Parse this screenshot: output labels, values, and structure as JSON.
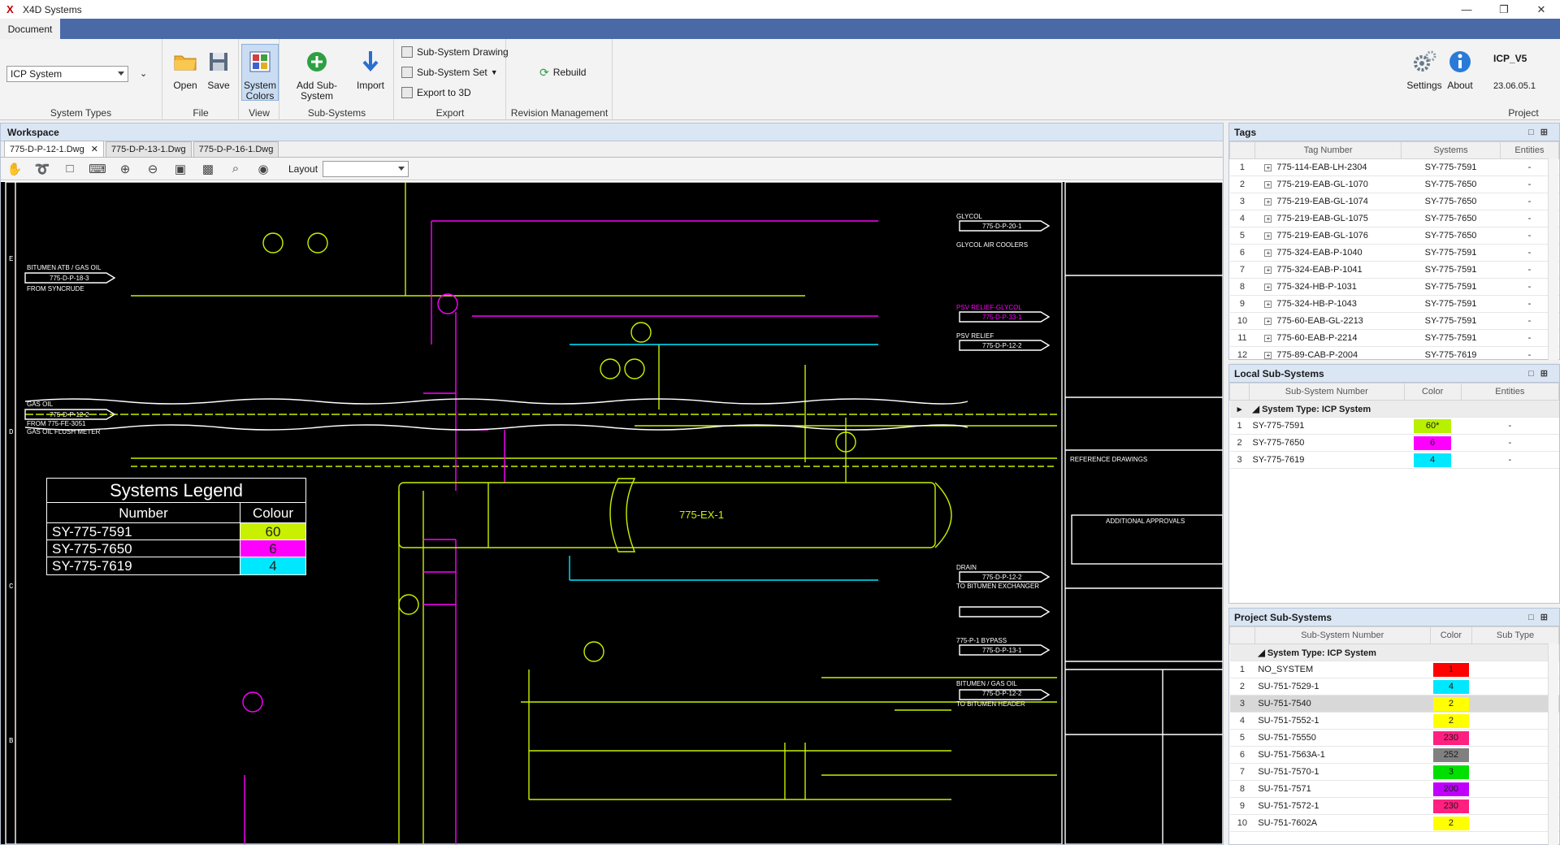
{
  "window": {
    "title": "X4D Systems"
  },
  "ribbon": {
    "tab": "Document",
    "system_type_value": "ICP System",
    "groups": {
      "system_types": "System Types",
      "file": "File",
      "view": "View",
      "subsystems": "Sub-Systems",
      "export": "Export",
      "revision": "Revision Management",
      "project": "Project"
    },
    "buttons": {
      "open": "Open",
      "save": "Save",
      "system_colors": "System Colors",
      "add_subsystem": "Add Sub-System",
      "import": "Import",
      "subsystem_drawing": "Sub-System Drawing",
      "subsystem_set": "Sub-System Set",
      "export_3d": "Export to 3D",
      "rebuild": "Rebuild",
      "settings": "Settings",
      "about": "About"
    },
    "project_name": "ICP_V5",
    "project_version": "23.06.05.1"
  },
  "workspace": {
    "title": "Workspace",
    "tabs": [
      "775-D-P-12-1.Dwg",
      "775-D-P-13-1.Dwg",
      "775-D-P-16-1.Dwg"
    ],
    "layout_label": "Layout",
    "legend": {
      "title": "Systems Legend",
      "col_number": "Number",
      "col_colour": "Colour",
      "rows": [
        {
          "number": "SY-775-7591",
          "colour": "60",
          "color": "#c8f000"
        },
        {
          "number": "SY-775-7650",
          "colour": "6",
          "color": "#ff00ff"
        },
        {
          "number": "SY-775-7619",
          "colour": "4",
          "color": "#00e8ff"
        }
      ]
    },
    "drawing_labels": {
      "bitumen_atb": "BITUMEN ATB / GAS OIL",
      "e2_line": "775-D-P-18-3",
      "from_syncrude": "FROM SYNCRUDE",
      "gas_oil": "GAS OIL",
      "e2_line2": "775-D-P-12-2",
      "from_fe": "FROM 775-FE-3051",
      "flush": "GAS OIL FLUSH METER",
      "exchanger": "775-EX-1",
      "glycol": "GLYCOL",
      "c8_line": "775-D-P-20-1",
      "glycol_coolers": "GLYCOL AIR COOLERS",
      "psv_glycol": "PSV RELIEF-GLYCOL",
      "d8_line": "775-D-P-33-1",
      "psv_relief": "PSV RELIEF",
      "d2_line": "775-D-P-12-2",
      "drain": "DRAIN",
      "b8_line": "775-D-P-12-2",
      "to_bitumen": "TO BITUMEN EXCHANGER",
      "bypass": "775-P-1 BYPASS",
      "f8_line": "775-D-P-13-1",
      "gas_oil2": "BITUMEN / GAS OIL",
      "a8_line": "775-D-P-12-2",
      "to_header": "TO BITUMEN HEADER",
      "ref_drawings": "REFERENCE DRAWINGS",
      "approvals": "ADDITIONAL APPROVALS"
    }
  },
  "tags": {
    "title": "Tags",
    "columns": [
      "Tag Number",
      "Systems",
      "Entities"
    ],
    "rows": [
      {
        "n": "1",
        "tag": "775-114-EAB-LH-2304",
        "sys": "SY-775-7591",
        "ent": "-"
      },
      {
        "n": "2",
        "tag": "775-219-EAB-GL-1070",
        "sys": "SY-775-7650",
        "ent": "-"
      },
      {
        "n": "3",
        "tag": "775-219-EAB-GL-1074",
        "sys": "SY-775-7650",
        "ent": "-"
      },
      {
        "n": "4",
        "tag": "775-219-EAB-GL-1075",
        "sys": "SY-775-7650",
        "ent": "-"
      },
      {
        "n": "5",
        "tag": "775-219-EAB-GL-1076",
        "sys": "SY-775-7650",
        "ent": "-"
      },
      {
        "n": "6",
        "tag": "775-324-EAB-P-1040",
        "sys": "SY-775-7591",
        "ent": "-"
      },
      {
        "n": "7",
        "tag": "775-324-EAB-P-1041",
        "sys": "SY-775-7591",
        "ent": "-"
      },
      {
        "n": "8",
        "tag": "775-324-HB-P-1031",
        "sys": "SY-775-7591",
        "ent": "-"
      },
      {
        "n": "9",
        "tag": "775-324-HB-P-1043",
        "sys": "SY-775-7591",
        "ent": "-"
      },
      {
        "n": "10",
        "tag": "775-60-EAB-GL-2213",
        "sys": "SY-775-7591",
        "ent": "-"
      },
      {
        "n": "11",
        "tag": "775-60-EAB-P-2214",
        "sys": "SY-775-7591",
        "ent": "-"
      },
      {
        "n": "12",
        "tag": "775-89-CAB-P-2004",
        "sys": "SY-775-7619",
        "ent": "-"
      }
    ]
  },
  "local_subsystems": {
    "title": "Local Sub-Systems",
    "columns": [
      "Sub-System Number",
      "Color",
      "Entities"
    ],
    "group": "System Type: ICP System",
    "rows": [
      {
        "n": "1",
        "num": "SY-775-7591",
        "color": "60*",
        "hex": "#b8f000",
        "ent": "-"
      },
      {
        "n": "2",
        "num": "SY-775-7650",
        "color": "6",
        "hex": "#ff00ff",
        "ent": "-"
      },
      {
        "n": "3",
        "num": "SY-775-7619",
        "color": "4",
        "hex": "#00e8ff",
        "ent": "-"
      }
    ]
  },
  "project_subsystems": {
    "title": "Project Sub-Systems",
    "columns": [
      "Sub-System Number",
      "Color",
      "Sub Type"
    ],
    "group": "System Type: ICP System",
    "rows": [
      {
        "n": "1",
        "num": "NO_SYSTEM",
        "color": "1",
        "hex": "#ff0000"
      },
      {
        "n": "2",
        "num": "SU-751-7529-1",
        "color": "4",
        "hex": "#00e8ff"
      },
      {
        "n": "3",
        "num": "SU-751-7540",
        "color": "2",
        "hex": "#ffff00"
      },
      {
        "n": "4",
        "num": "SU-751-7552-1",
        "color": "2",
        "hex": "#ffff00"
      },
      {
        "n": "5",
        "num": "SU-751-75550",
        "color": "230",
        "hex": "#ff2080"
      },
      {
        "n": "6",
        "num": "SU-751-7563A-1",
        "color": "252",
        "hex": "#808080"
      },
      {
        "n": "7",
        "num": "SU-751-7570-1",
        "color": "3",
        "hex": "#00e000"
      },
      {
        "n": "8",
        "num": "SU-751-7571",
        "color": "200",
        "hex": "#c000ff"
      },
      {
        "n": "9",
        "num": "SU-751-7572-1",
        "color": "230",
        "hex": "#ff2080"
      },
      {
        "n": "10",
        "num": "SU-751-7602A",
        "color": "2",
        "hex": "#ffff00"
      }
    ]
  }
}
